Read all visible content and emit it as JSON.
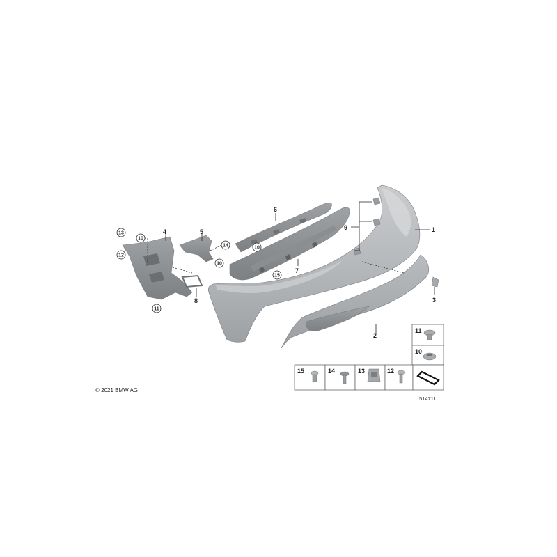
{
  "diagram": {
    "copyright": "© 2021 BMW AG",
    "document_number": "514711",
    "callouts": {
      "c1": "1",
      "c2": "2",
      "c3": "3",
      "c4": "4",
      "c5": "5",
      "c6": "6",
      "c7": "7",
      "c8": "8",
      "c9": "9",
      "c10a": "10",
      "c10b": "10",
      "c10c": "10",
      "c11": "11",
      "c12": "12",
      "c13": "13",
      "c14": "14",
      "c15": "15"
    },
    "legend": {
      "l11": "11",
      "l10": "10",
      "l15": "15",
      "l14": "14",
      "l13": "13",
      "l12": "12"
    }
  }
}
